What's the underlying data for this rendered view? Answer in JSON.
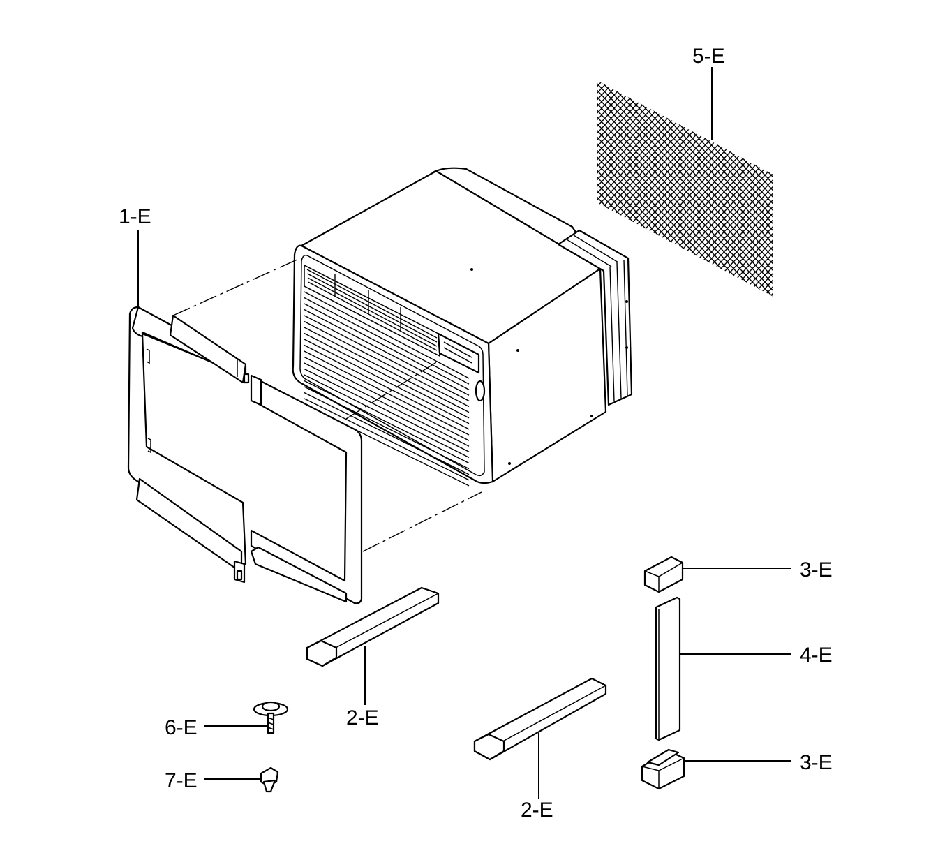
{
  "callouts": [
    {
      "id": "label-1e",
      "text": "1-E"
    },
    {
      "id": "label-2e-a",
      "text": "2-E"
    },
    {
      "id": "label-2e-b",
      "text": "2-E"
    },
    {
      "id": "label-3e-a",
      "text": "3-E"
    },
    {
      "id": "label-3e-b",
      "text": "3-E"
    },
    {
      "id": "label-4e",
      "text": "4-E"
    },
    {
      "id": "label-5e",
      "text": "5-E"
    },
    {
      "id": "label-6e",
      "text": "6-E"
    },
    {
      "id": "label-7e",
      "text": "7-E"
    }
  ]
}
